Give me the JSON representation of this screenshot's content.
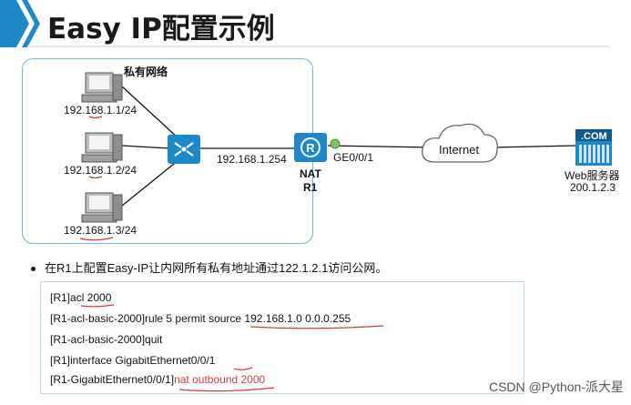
{
  "slide": {
    "title": "Easy IP配置示例",
    "lan_label": "私有网络",
    "hosts": [
      "192.168.1.1/24",
      "192.168.1.2/24",
      "192.168.1.3/24"
    ],
    "router_ip": "192.168.1.254",
    "router_role": "NAT",
    "router_name": "R1",
    "interface": "GE0/0/1",
    "cloud_label": "Internet",
    "server_badge": ".COM",
    "server_name": "Web服务器",
    "server_ip": "200.1.2.3",
    "bullet": "在R1上配置Easy-IP让内网所有私有地址通过122.1.2.1访问公网。",
    "commands": [
      {
        "prompt": "[R1]",
        "text": "acl 2000",
        "red": ""
      },
      {
        "prompt": "[R1-acl-basic-2000]",
        "text": "rule 5 permit source 192.168.1.0 0.0.0.255",
        "red": ""
      },
      {
        "prompt": "[R1-acl-basic-2000]",
        "text": "quit",
        "red": ""
      },
      {
        "prompt": "[R1]",
        "text": "interface GigabitEthernet0/0/1",
        "red": ""
      },
      {
        "prompt": "[R1-GigabitEthernet0/0/1]",
        "text": "",
        "red": "nat outbound 2000"
      }
    ],
    "watermark": "CSDN @Python-派大星",
    "colors": {
      "accent_blue": "#1e88c8",
      "box_border": "#6fb7e0",
      "annotation_red": "#d43b3b"
    }
  }
}
